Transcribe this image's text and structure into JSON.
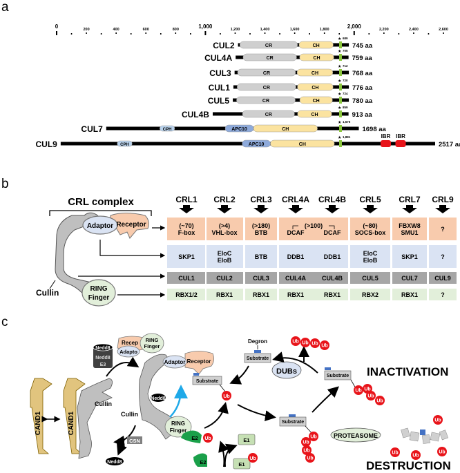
{
  "panels": {
    "a": "a",
    "b": "b",
    "c": "c"
  },
  "panel_a": {
    "scale_max": 2600,
    "ticks": [
      "0",
      "200",
      "400",
      "600",
      "800",
      "1,000",
      "1,200",
      "1,400",
      "1,600",
      "1,800",
      "2,000",
      "2,200",
      "2,400",
      "2,600"
    ],
    "proteins": [
      {
        "name": "CUL2",
        "length": 745,
        "length_label": "745 aa",
        "site": 689,
        "site_label": "689",
        "domains": [
          {
            "type": "CR",
            "start": 12,
            "end": 400
          },
          {
            "type": "CH",
            "start": 410,
            "end": 640
          }
        ]
      },
      {
        "name": "CUL4A",
        "length": 759,
        "length_label": "759 aa",
        "site": 705,
        "site_label": "705",
        "domains": [
          {
            "type": "CR",
            "start": 50,
            "end": 410
          },
          {
            "type": "CH",
            "start": 430,
            "end": 660
          }
        ]
      },
      {
        "name": "CUL3",
        "length": 768,
        "length_label": "768 aa",
        "site": 712,
        "site_label": "712",
        "domains": [
          {
            "type": "CR",
            "start": 20,
            "end": 410
          },
          {
            "type": "CH",
            "start": 420,
            "end": 660
          }
        ]
      },
      {
        "name": "CUL1",
        "length": 776,
        "length_label": "776 aa",
        "site": 720,
        "site_label": "720",
        "domains": [
          {
            "type": "CR",
            "start": 25,
            "end": 420
          },
          {
            "type": "CH",
            "start": 430,
            "end": 670
          }
        ]
      },
      {
        "name": "CUL5",
        "length": 780,
        "length_label": "780 aa",
        "site": 724,
        "site_label": "724",
        "domains": [
          {
            "type": "CR",
            "start": 25,
            "end": 420
          },
          {
            "type": "CH",
            "start": 450,
            "end": 670
          }
        ]
      },
      {
        "name": "CUL4B",
        "length": 913,
        "length_label": "913 aa",
        "site": 859,
        "site_label": "859",
        "domains": [
          {
            "type": "CR",
            "start": 200,
            "end": 550
          },
          {
            "type": "CH",
            "start": 570,
            "end": 800
          }
        ]
      },
      {
        "name": "CUL7",
        "length": 1698,
        "length_label": "1698 aa",
        "site": 1575,
        "site_label": "1,575",
        "domains": [
          {
            "type": "CPH",
            "start": 360,
            "end": 460
          },
          {
            "type": "APC10",
            "start": 800,
            "end": 990
          },
          {
            "type": "CH",
            "start": 990,
            "end": 1420
          }
        ]
      },
      {
        "name": "CUL9",
        "length": 2517,
        "length_label": "2517 aa",
        "site": 1881,
        "site_label": "1,881",
        "domains": [
          {
            "type": "CPH",
            "start": 380,
            "end": 480
          },
          {
            "type": "APC10",
            "start": 1220,
            "end": 1410
          },
          {
            "type": "CH",
            "start": 1410,
            "end": 1840
          },
          {
            "type": "IBR",
            "start": 2150,
            "end": 2220
          },
          {
            "type": "IBR",
            "start": 2250,
            "end": 2320
          }
        ]
      }
    ],
    "domain_colors": {
      "CR": "#cfcfcf",
      "CH": "#fbe3a0",
      "CPH": "#b9d2ec",
      "APC10": "#8eaadb",
      "IBR": "#e8141a",
      "site": "#8cc63f"
    }
  },
  "panel_b": {
    "title": "CRL complex",
    "labels": {
      "adaptor": "Adaptor",
      "receptor": "Receptor",
      "cullin": "Cullin",
      "ring": "RING",
      "finger": "Finger"
    },
    "columns": [
      {
        "name": "CRL1",
        "receptor": [
          "(~70)",
          "F-box"
        ],
        "adaptor": [
          "SKP1"
        ],
        "cullin": [
          "CUL1"
        ],
        "rbx": [
          "RBX1/2"
        ]
      },
      {
        "name": "CRL2",
        "receptor": [
          "(>4)",
          "VHL-box"
        ],
        "adaptor": [
          "EloC",
          "EloB"
        ],
        "cullin": [
          "CUL2"
        ],
        "rbx": [
          "RBX1"
        ]
      },
      {
        "name": "CRL3",
        "receptor": [
          "(>180)",
          "BTB"
        ],
        "adaptor": [
          "BTB"
        ],
        "cullin": [
          "CUL3"
        ],
        "rbx": [
          "RBX1"
        ]
      },
      {
        "name": "CRL4A",
        "receptor": [
          "DCAF"
        ],
        "adaptor": [
          "DDB1"
        ],
        "cullin": [
          "CUL4A"
        ],
        "rbx": [
          "RBX1"
        ]
      },
      {
        "name": "CRL4B",
        "receptor": [
          "DCAF"
        ],
        "adaptor": [
          "DDB1"
        ],
        "cullin": [
          "CUL4B"
        ],
        "rbx": [
          "RBX1"
        ]
      },
      {
        "name": "CRL5",
        "receptor": [
          "(~80)",
          "SOCS-box"
        ],
        "adaptor": [
          "EloC",
          "EloB"
        ],
        "cullin": [
          "CUL5"
        ],
        "rbx": [
          "RBX2"
        ]
      },
      {
        "name": "CRL7",
        "receptor": [
          "FBXW8",
          "SMU1"
        ],
        "adaptor": [
          "SKP1"
        ],
        "cullin": [
          "CUL7"
        ],
        "rbx": [
          "RBX1"
        ]
      },
      {
        "name": "CRL9",
        "receptor": [
          "?"
        ],
        "adaptor": [
          "?"
        ],
        "cullin": [
          "CUL9"
        ],
        "rbx": [
          "?"
        ]
      }
    ],
    "crl4_shared": "(>100)",
    "row_colors": {
      "receptor": "#f8cbad",
      "adaptor": "#dae3f3",
      "cullin": "#a6a6a6",
      "rbx": "#e2efda"
    }
  },
  "panel_c": {
    "labels": {
      "cand1": "CAND1",
      "cullin": "Cullin",
      "nedd8": "Nedd8",
      "nedd8_e3": [
        "Nedd8",
        "E3"
      ],
      "receptor": "Receptor",
      "recep_trunc": "Recep",
      "adaptor": "Adaptor",
      "adapt_trunc": "Adapto",
      "ring": "RING",
      "finger": "Finger",
      "csn": "CSN",
      "substrate": "Substrate",
      "degron": "Degron",
      "ub": "Ub",
      "e1": "E1",
      "e2": "E2",
      "dubs": "DUBs",
      "proteasome": "PROTEASOME",
      "inactivation": "INACTIVATION",
      "destruction": "DESTRUCTION"
    },
    "colors": {
      "ub": "#e8141a",
      "e2": "#1aa04a",
      "e1": "#c6e0b4",
      "cand1": "#e1c47e",
      "cullin": "#bfbfbf",
      "arrow_blue": "#1fa9e8",
      "degron": "#4472c4"
    }
  }
}
